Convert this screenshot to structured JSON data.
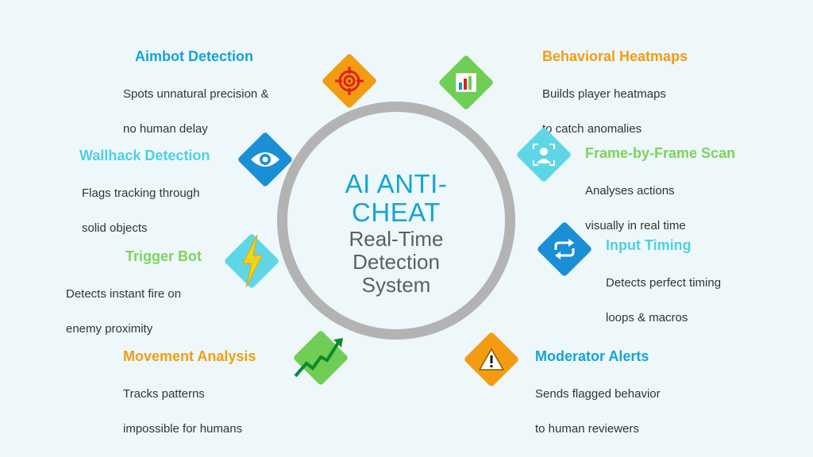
{
  "center": {
    "title": "AI ANTI-\nCHEAT",
    "title_line1": "AI ANTI-",
    "title_line2": "CHEAT",
    "subtitle_line1": "Real-Time",
    "subtitle_line2": "Detection",
    "subtitle_line3": "System"
  },
  "features": {
    "aimbot": {
      "title": "Aimbot Detection",
      "desc_line1": "Spots unnatural precision &",
      "desc_line2": "no human delay",
      "color": "#15a4d4",
      "icon": "crosshair-icon",
      "tile_color": "#f39c12"
    },
    "wallhack": {
      "title": "Wallhack Detection",
      "desc_line1": "Flags tracking through",
      "desc_line2": "solid objects",
      "color": "#4fd0e0",
      "icon": "eye-icon",
      "tile_color": "#1a8fd6"
    },
    "trigger": {
      "title": "Trigger Bot",
      "desc_line1": "Detects instant fire on",
      "desc_line2": "enemy proximity",
      "color": "#7dd35a",
      "icon": "lightning-icon",
      "tile_color": "#5fd6e6"
    },
    "movement": {
      "title": "Movement Analysis",
      "desc_line1": "Tracks patterns",
      "desc_line2": "impossible for humans",
      "color": "#f39c12",
      "icon": "trend-up-icon",
      "tile_color": "#6fce53"
    },
    "heatmaps": {
      "title": "Behavioral Heatmaps",
      "desc_line1": "Builds player heatmaps",
      "desc_line2": "to catch anomalies",
      "color": "#f39c12",
      "icon": "bar-chart-icon",
      "tile_color": "#6fce53"
    },
    "frame": {
      "title": "Frame-by-Frame Scan",
      "desc_line1": "Analyses actions",
      "desc_line2": "visually in real time",
      "color": "#7dd35a",
      "icon": "face-scan-icon",
      "tile_color": "#5fd6e6"
    },
    "input": {
      "title": "Input Timing",
      "desc_line1": "Detects perfect timing",
      "desc_line2": "loops & macros",
      "color": "#4fd0e0",
      "icon": "repeat-icon",
      "tile_color": "#1a8fd6"
    },
    "moderator": {
      "title": "Moderator Alerts",
      "desc_line1": "Sends flagged behavior",
      "desc_line2": "to human reviewers",
      "color": "#15a4d4",
      "icon": "warning-icon",
      "tile_color": "#f39c12"
    }
  }
}
